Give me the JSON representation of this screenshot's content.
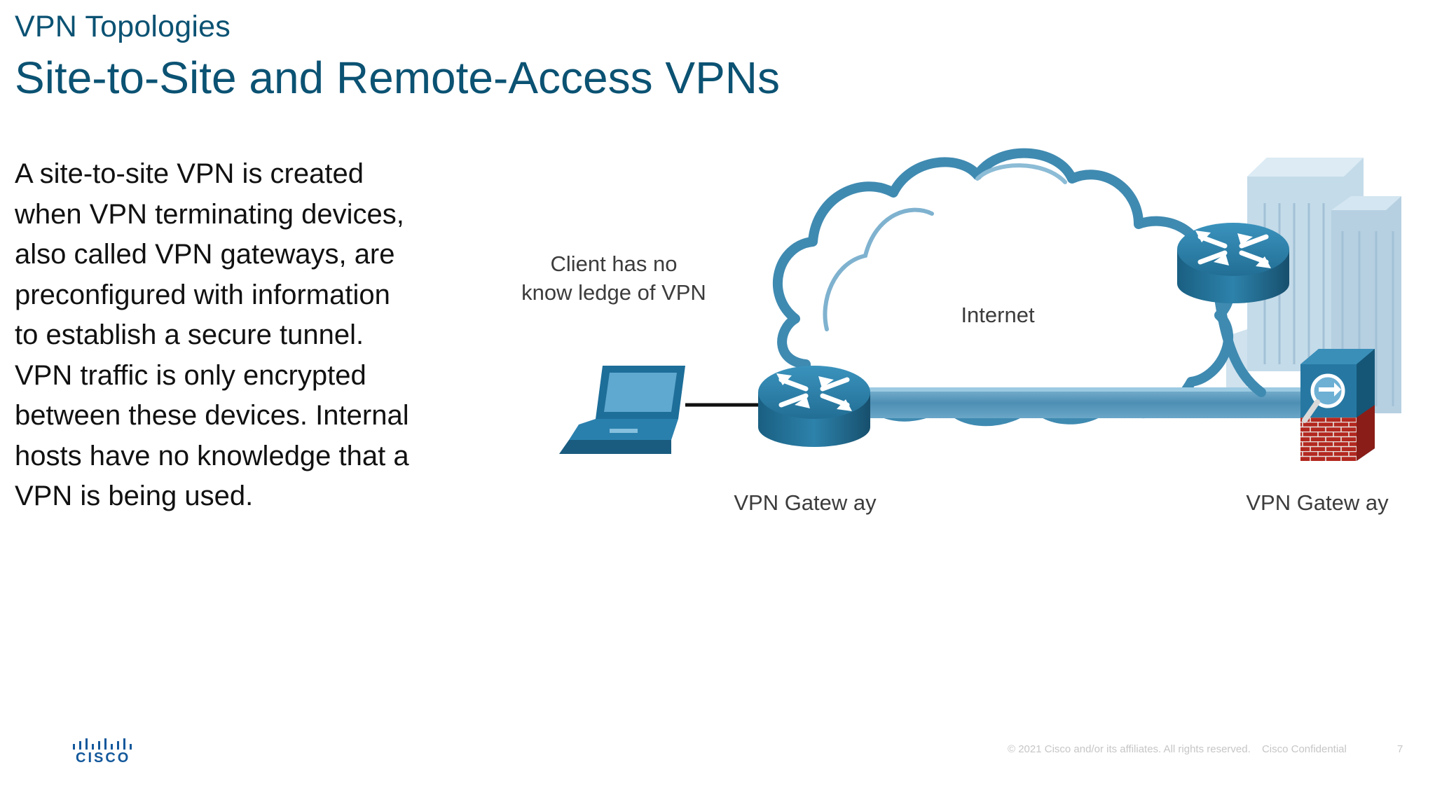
{
  "slide": {
    "section": "VPN Topologies",
    "title": "Site-to-Site and Remote-Access VPNs",
    "body_lines": [
      "A site-to-site VPN is created",
      "when VPN terminating devices,",
      "also called VPN gateways, are",
      "preconfigured with information",
      "to establish a secure tunnel.",
      "VPN traffic is only encrypted",
      "between these devices. Internal",
      "hosts have no knowledge that a",
      "VPN is being used."
    ]
  },
  "diagram": {
    "client_note_line1": "Client has no",
    "client_note_line2": "know ledge of VPN",
    "cloud_label": "Internet",
    "gateway_left_label": "VPN Gatew ay",
    "gateway_right_label": "VPN Gatew ay",
    "icons": [
      "laptop-icon",
      "router-icon",
      "router-icon",
      "firewall-icon",
      "building-icon",
      "cloud-icon"
    ],
    "colors": {
      "device_blue": "#1f6d93",
      "tunnel": "#5b9cbf",
      "cloud_outline": "#3f8ab1",
      "building": "#c6dcea",
      "firewall_brick": "#b02a22"
    }
  },
  "footer": {
    "logo_text": "CISCO",
    "copyright": "© 2021  Cisco and/or its affiliates. All rights reserved.",
    "confidential": "Cisco Confidential",
    "page_number": "7"
  }
}
